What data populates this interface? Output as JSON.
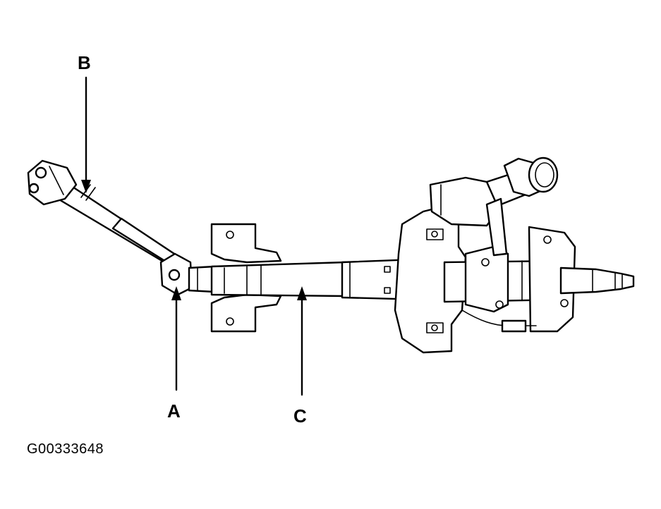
{
  "labels": {
    "a": "A",
    "b": "B",
    "c": "C"
  },
  "figure_code": "G00333648"
}
